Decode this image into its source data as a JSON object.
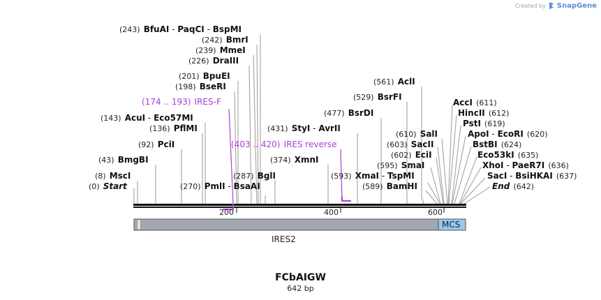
{
  "credit": {
    "prefix": "Created by",
    "brand": "SnapGene",
    "icon": "snapgene-logo-icon"
  },
  "plasmid": {
    "name": "FCbAIGW",
    "length": "642 bp"
  },
  "axis": {
    "ticks": [
      "200",
      "400",
      "600"
    ]
  },
  "sites": [
    {
      "pos": "(243)",
      "names": [
        "BfuAI",
        "PaqCI",
        "BspMI"
      ]
    },
    {
      "pos": "(242)",
      "names": [
        "BmrI"
      ]
    },
    {
      "pos": "(239)",
      "names": [
        "MmeI"
      ]
    },
    {
      "pos": "(226)",
      "names": [
        "DraIII"
      ]
    },
    {
      "pos": "(201)",
      "names": [
        "BpuEI"
      ]
    },
    {
      "pos": "(198)",
      "names": [
        "BseRI"
      ]
    },
    {
      "pos": "(143)",
      "names": [
        "AcuI",
        "Eco57MI"
      ]
    },
    {
      "pos": "(136)",
      "names": [
        "PflMI"
      ]
    },
    {
      "pos": "(92)",
      "names": [
        "PciI"
      ]
    },
    {
      "pos": "(43)",
      "names": [
        "BmgBI"
      ]
    },
    {
      "pos": "(8)",
      "names": [
        "MscI"
      ]
    },
    {
      "pos": "(0)",
      "names": [
        "Start"
      ]
    },
    {
      "pos": "(270)",
      "names": [
        "PmlI",
        "BsaAI"
      ]
    },
    {
      "pos": "(287)",
      "names": [
        "BglI"
      ]
    },
    {
      "pos": "(374)",
      "names": [
        "XmnI"
      ]
    },
    {
      "pos": "(431)",
      "names": [
        "StyI",
        "AvrII"
      ]
    },
    {
      "pos": "(477)",
      "names": [
        "BsrDI"
      ]
    },
    {
      "pos": "(529)",
      "names": [
        "BsrFI"
      ]
    },
    {
      "pos": "(561)",
      "names": [
        "AclI"
      ]
    },
    {
      "pos": "(593)",
      "names": [
        "XmaI",
        "TspMI"
      ]
    },
    {
      "pos": "(589)",
      "names": [
        "BamHI"
      ]
    },
    {
      "pos": "(595)",
      "names": [
        "SmaI"
      ]
    },
    {
      "pos": "(602)",
      "names": [
        "EciI"
      ]
    },
    {
      "pos": "(603)",
      "names": [
        "SacII"
      ]
    },
    {
      "pos": "(610)",
      "names": [
        "SalI"
      ]
    },
    {
      "pos": "(611)",
      "names": [
        "AccI"
      ]
    },
    {
      "pos": "(612)",
      "names": [
        "HincII"
      ]
    },
    {
      "pos": "(619)",
      "names": [
        "PstI"
      ]
    },
    {
      "pos": "(620)",
      "names": [
        "ApoI",
        "EcoRI"
      ]
    },
    {
      "pos": "(624)",
      "names": [
        "BstBI"
      ]
    },
    {
      "pos": "(635)",
      "names": [
        "Eco53kI"
      ]
    },
    {
      "pos": "(636)",
      "names": [
        "XhoI",
        "PaeR7I"
      ]
    },
    {
      "pos": "(637)",
      "names": [
        "SacI",
        "BsiHKAI"
      ]
    },
    {
      "pos": "(642)",
      "names": [
        "End"
      ]
    }
  ],
  "primers": [
    {
      "range": "(174 .. 193)",
      "name": "IRES-F"
    },
    {
      "range": "(403 .. 420)",
      "name": "IRES reverse"
    }
  ],
  "features": [
    {
      "label": "IRES2"
    },
    {
      "label": "MCS"
    }
  ],
  "colors": {
    "ires": "#a3a8b0",
    "mcs": "#94c9f2",
    "primer": "#a93fd6",
    "backbone": "#111111"
  }
}
